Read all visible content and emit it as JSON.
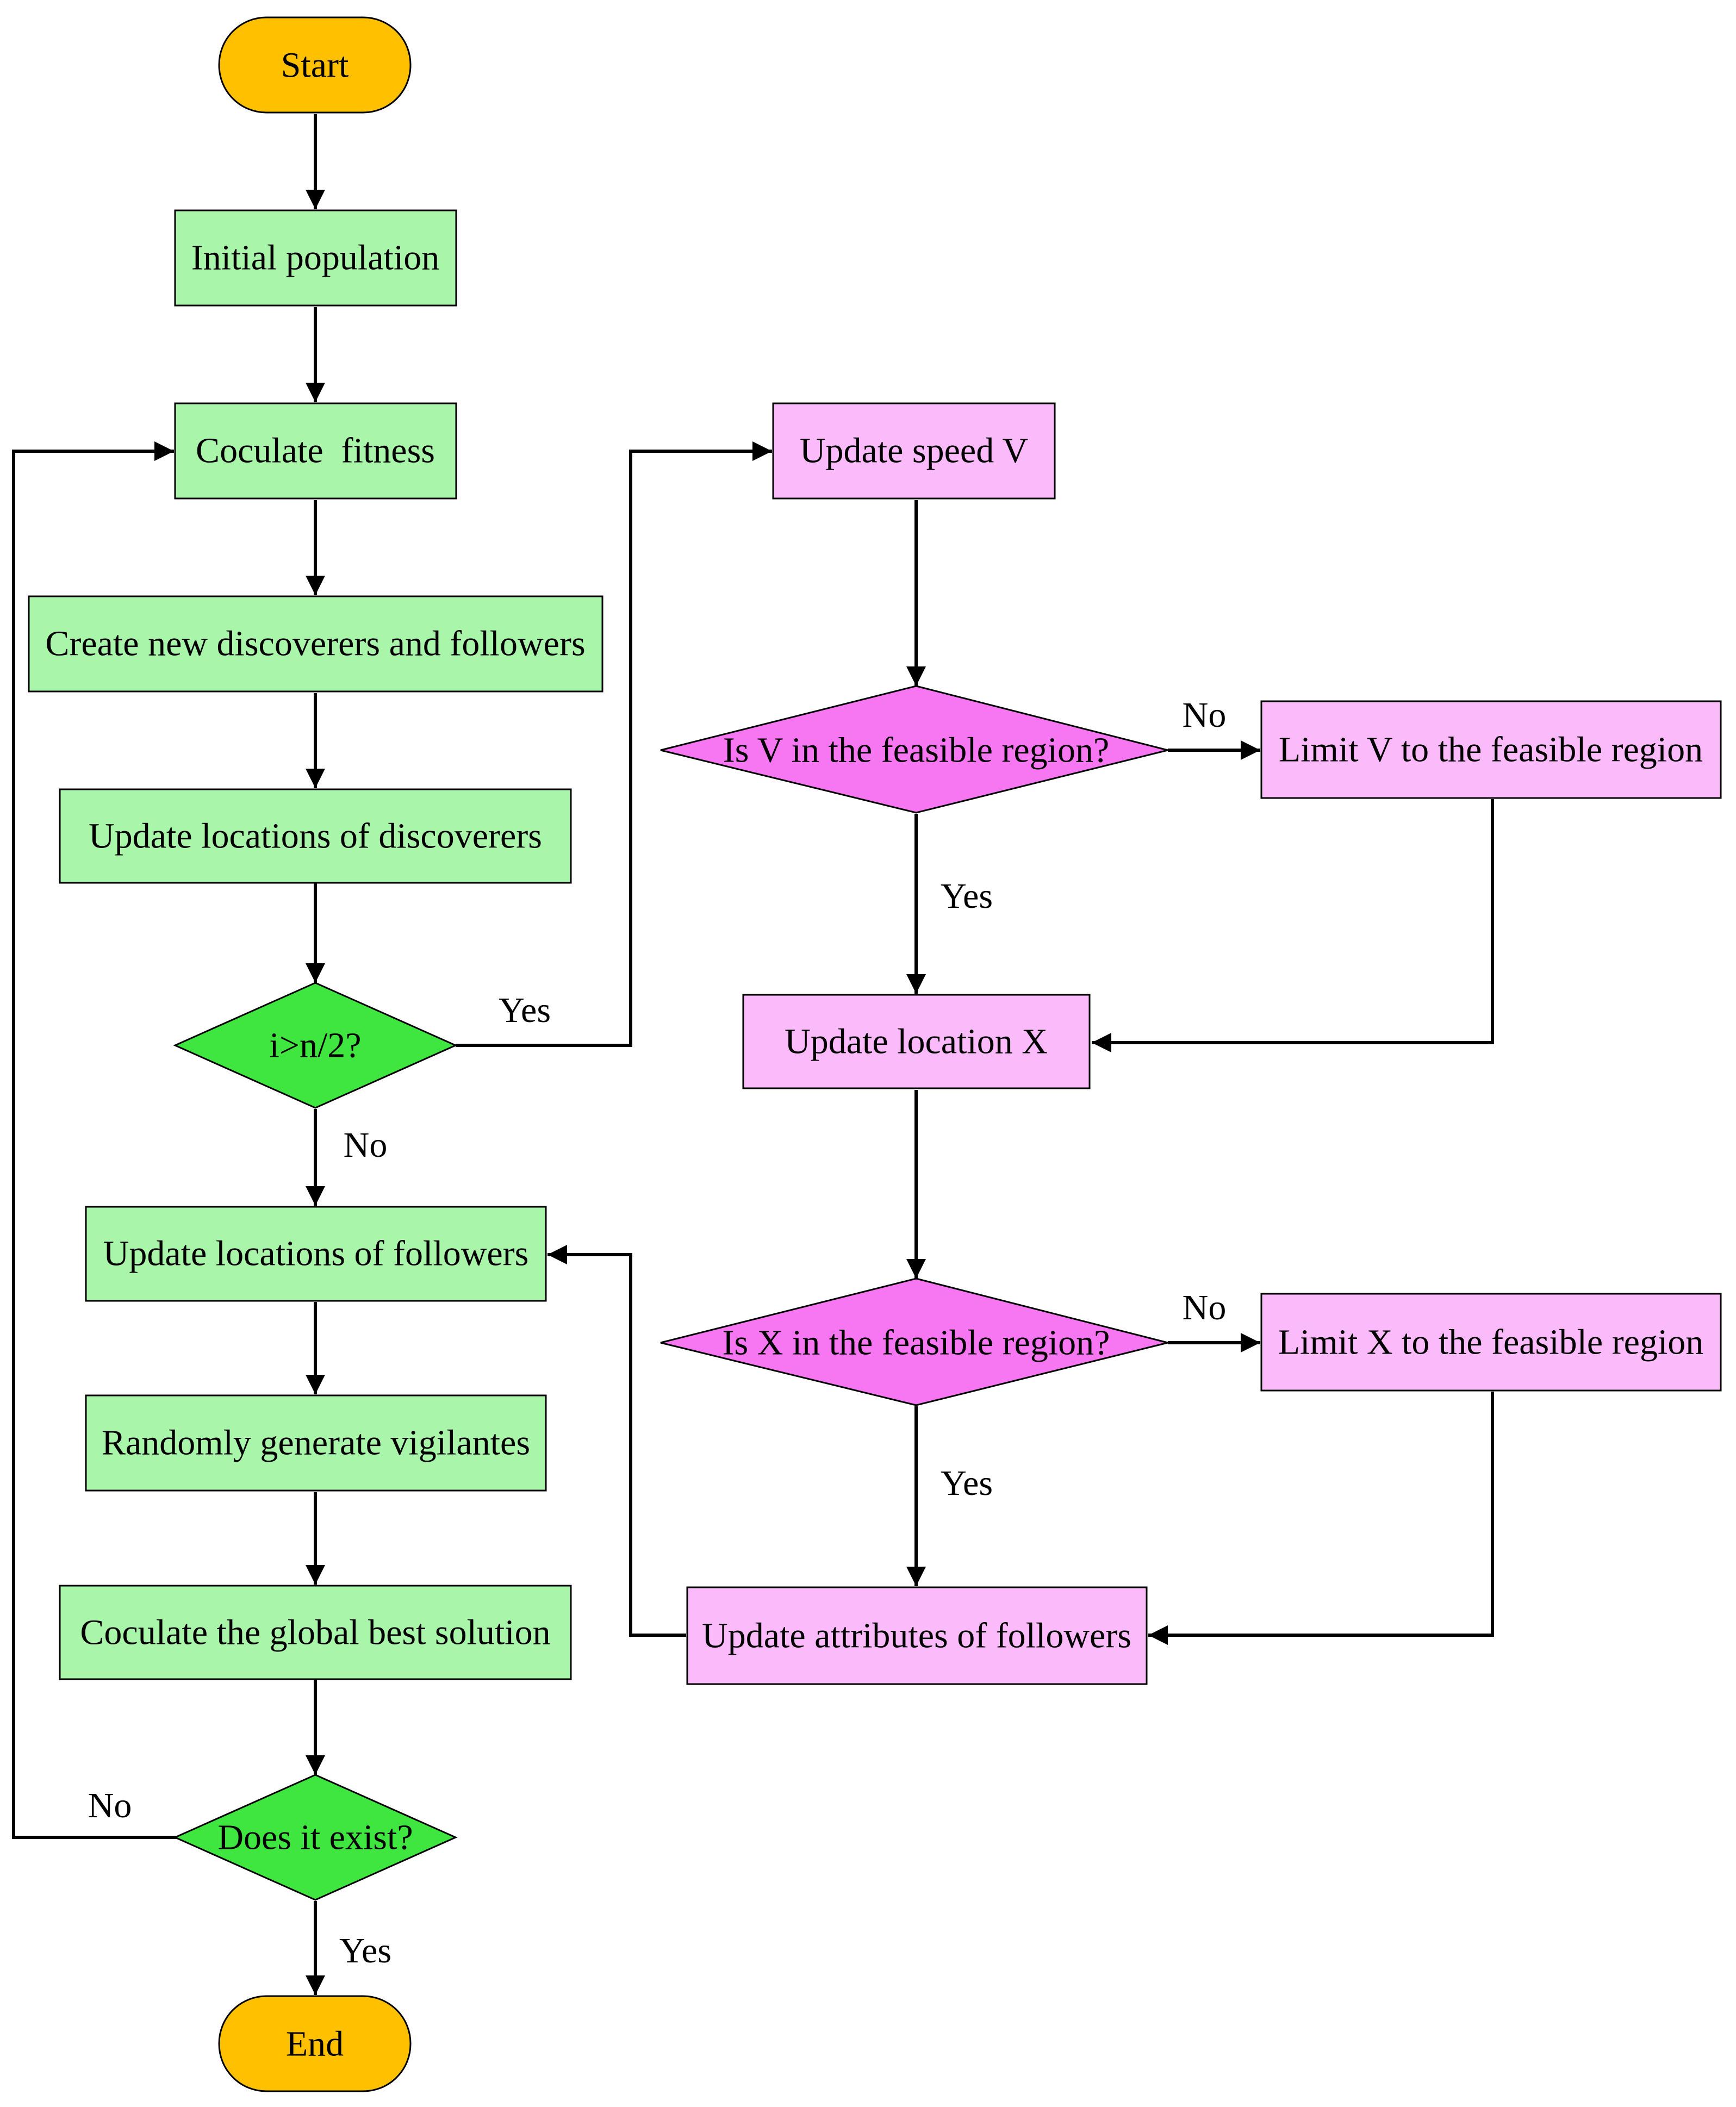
{
  "colors": {
    "terminal_fill": "#FFC000",
    "left_process_fill": "#A9F5A9",
    "left_decision_fill": "#3FE63F",
    "right_process_fill": "#FBBAF9",
    "right_decision_fill": "#F776F2",
    "stroke": "#000000"
  },
  "nodes": {
    "start": "Start",
    "initial_population": "Initial population",
    "coculate_fitness": "Coculate  fitness",
    "create_new": "Create new discoverers and followers",
    "update_discoverers": "Update locations of discoverers",
    "decision_i": "i>n/2?",
    "update_followers": "Update locations of followers",
    "random_vigilantes": "Randomly generate vigilantes",
    "global_best": "Coculate the global best solution",
    "decision_exist": "Does it exist?",
    "end": "End",
    "update_speed": "Update speed V",
    "decision_v": "Is V in the feasible region?",
    "limit_v": "Limit V to the feasible region",
    "update_location_x": "Update location X",
    "decision_x": "Is X in the feasible region?",
    "limit_x": "Limit X to the feasible region",
    "update_attributes": "Update attributes of followers"
  },
  "edge_labels": {
    "i_yes": "Yes",
    "i_no": "No",
    "v_no": "No",
    "v_yes": "Yes",
    "x_no": "No",
    "x_yes": "Yes",
    "exist_no": "No",
    "exist_yes": "Yes"
  }
}
